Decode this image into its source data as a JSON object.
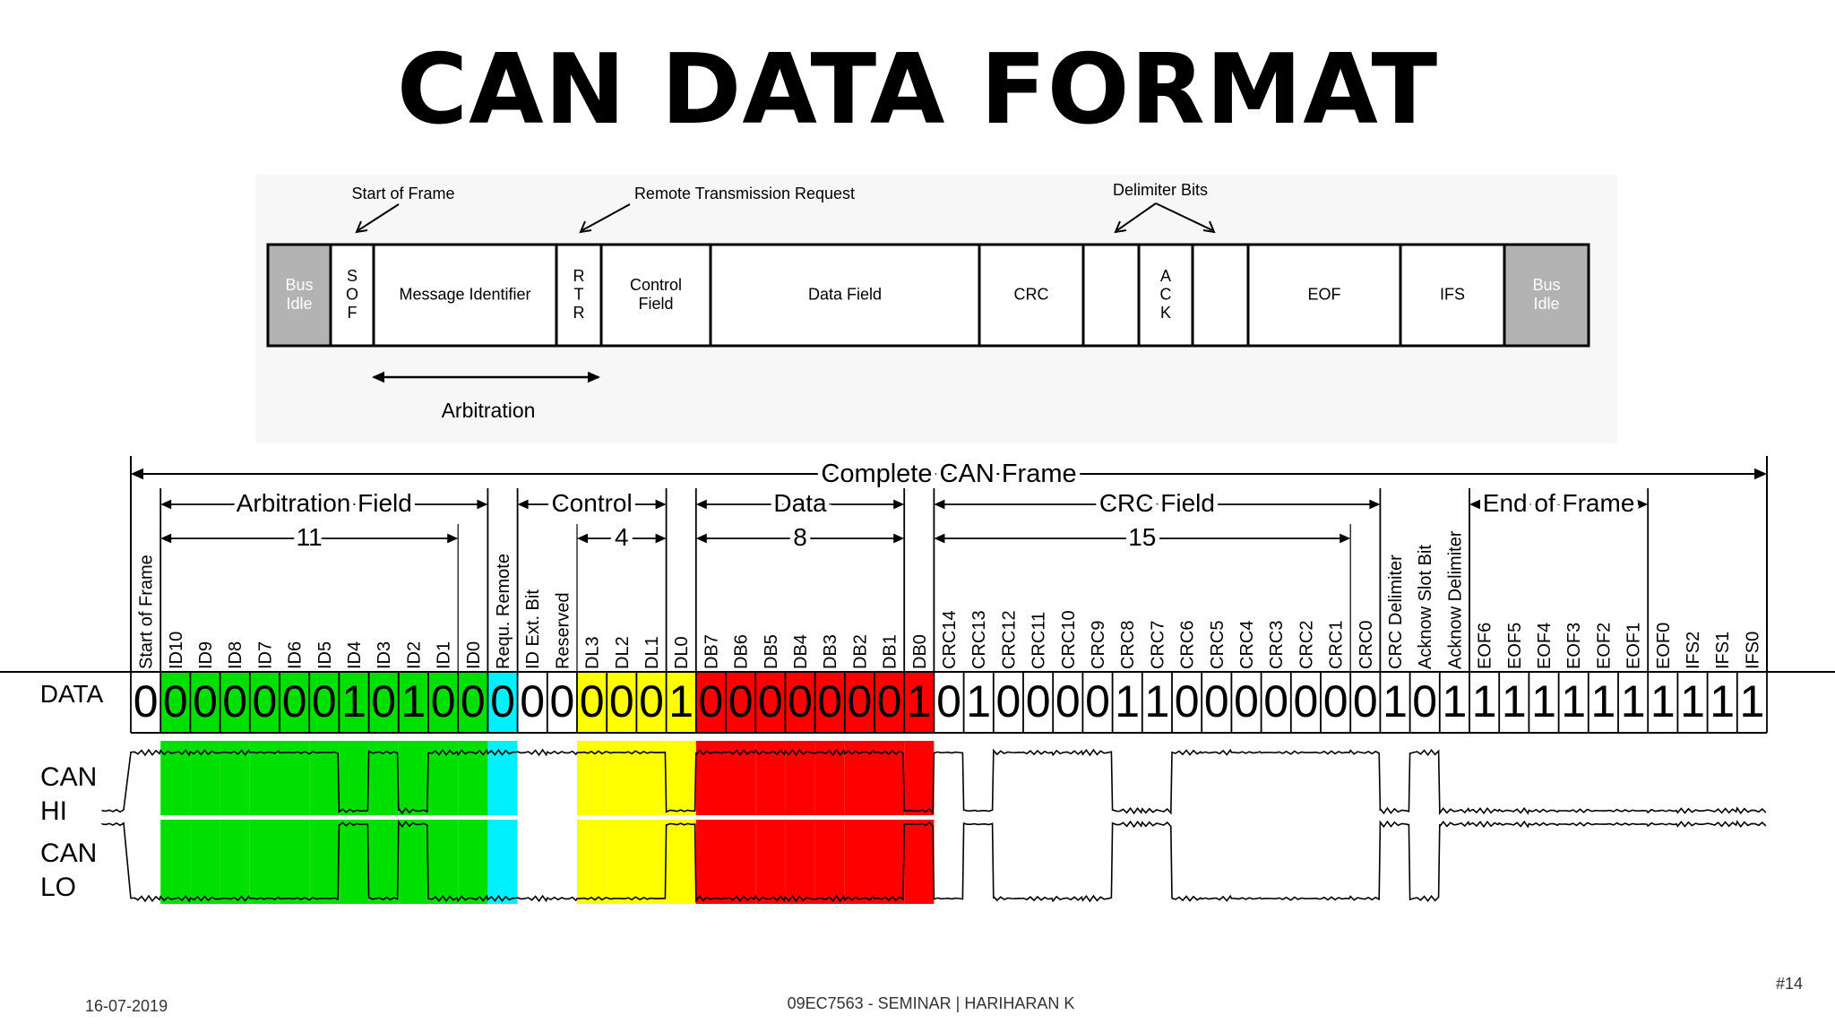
{
  "title": "CAN DATA FORMAT",
  "frame_diagram": {
    "callouts": {
      "sof": "Start of Frame",
      "rtr": "Remote Transmission Request",
      "delim": "Delimiter Bits"
    },
    "fields": [
      {
        "label": "Bus\nIdle",
        "w": 70,
        "gray": true
      },
      {
        "label": "S\nO\nF",
        "w": 48
      },
      {
        "label": "Message Identifier",
        "w": 204
      },
      {
        "label": "R\nT\nR",
        "w": 50
      },
      {
        "label": "Control\nField",
        "w": 122
      },
      {
        "label": "Data Field",
        "w": 300
      },
      {
        "label": "CRC",
        "w": 116
      },
      {
        "label": "",
        "w": 62
      },
      {
        "label": "A\nC\nK",
        "w": 60
      },
      {
        "label": "",
        "w": 62
      },
      {
        "label": "EOF",
        "w": 170
      },
      {
        "label": "IFS",
        "w": 116
      },
      {
        "label": "Bus\nIdle",
        "w": 94,
        "gray": true
      }
    ],
    "arbitration_label": "Arbitration"
  },
  "bit_diagram": {
    "complete_label": "Complete CAN Frame",
    "groups": [
      {
        "label": "Arbitration Field",
        "from": 1,
        "to": 12
      },
      {
        "label": "Control",
        "from": 13,
        "to": 18
      },
      {
        "label": "Data",
        "from": 19,
        "to": 26
      },
      {
        "label": "CRC Field",
        "from": 27,
        "to": 42
      },
      {
        "label": "End of Frame",
        "from": 45,
        "to": 51
      }
    ],
    "counts": [
      {
        "label": "11",
        "from": 1,
        "to": 11
      },
      {
        "label": "4",
        "from": 15,
        "to": 18
      },
      {
        "label": "8",
        "from": 19,
        "to": 26
      },
      {
        "label": "15",
        "from": 27,
        "to": 41
      }
    ],
    "bits": [
      {
        "name": "Start of Frame",
        "v": "0"
      },
      {
        "name": "ID10",
        "v": "0",
        "c": "g"
      },
      {
        "name": "ID9",
        "v": "0",
        "c": "g"
      },
      {
        "name": "ID8",
        "v": "0",
        "c": "g"
      },
      {
        "name": "ID7",
        "v": "0",
        "c": "g"
      },
      {
        "name": "ID6",
        "v": "0",
        "c": "g"
      },
      {
        "name": "ID5",
        "v": "0",
        "c": "g"
      },
      {
        "name": "ID4",
        "v": "1",
        "c": "g"
      },
      {
        "name": "ID3",
        "v": "0",
        "c": "g"
      },
      {
        "name": "ID2",
        "v": "1",
        "c": "g"
      },
      {
        "name": "ID1",
        "v": "0",
        "c": "g"
      },
      {
        "name": "ID0",
        "v": "0",
        "c": "g"
      },
      {
        "name": "Requ. Remote",
        "v": "0",
        "c": "c"
      },
      {
        "name": "ID Ext. Bit",
        "v": "0"
      },
      {
        "name": "Reserved",
        "v": "0"
      },
      {
        "name": "DL3",
        "v": "0",
        "c": "y"
      },
      {
        "name": "DL2",
        "v": "0",
        "c": "y"
      },
      {
        "name": "DL1",
        "v": "0",
        "c": "y"
      },
      {
        "name": "DL0",
        "v": "1",
        "c": "y"
      },
      {
        "name": "DB7",
        "v": "0",
        "c": "r"
      },
      {
        "name": "DB6",
        "v": "0",
        "c": "r"
      },
      {
        "name": "DB5",
        "v": "0",
        "c": "r"
      },
      {
        "name": "DB4",
        "v": "0",
        "c": "r"
      },
      {
        "name": "DB3",
        "v": "0",
        "c": "r"
      },
      {
        "name": "DB2",
        "v": "0",
        "c": "r"
      },
      {
        "name": "DB1",
        "v": "0",
        "c": "r"
      },
      {
        "name": "DB0",
        "v": "1",
        "c": "r"
      },
      {
        "name": "CRC14",
        "v": "0"
      },
      {
        "name": "CRC13",
        "v": "1"
      },
      {
        "name": "CRC12",
        "v": "0"
      },
      {
        "name": "CRC11",
        "v": "0"
      },
      {
        "name": "CRC10",
        "v": "0"
      },
      {
        "name": "CRC9",
        "v": "0"
      },
      {
        "name": "CRC8",
        "v": "1"
      },
      {
        "name": "CRC7",
        "v": "1"
      },
      {
        "name": "CRC6",
        "v": "0"
      },
      {
        "name": "CRC5",
        "v": "0"
      },
      {
        "name": "CRC4",
        "v": "0"
      },
      {
        "name": "CRC3",
        "v": "0"
      },
      {
        "name": "CRC2",
        "v": "0"
      },
      {
        "name": "CRC1",
        "v": "0"
      },
      {
        "name": "CRC0",
        "v": "0"
      },
      {
        "name": "CRC Delimiter",
        "v": "1"
      },
      {
        "name": "Acknow Slot Bit",
        "v": "0"
      },
      {
        "name": "Acknow Delimiter",
        "v": "1"
      },
      {
        "name": "EOF6",
        "v": "1"
      },
      {
        "name": "EOF5",
        "v": "1"
      },
      {
        "name": "EOF4",
        "v": "1"
      },
      {
        "name": "EOF3",
        "v": "1"
      },
      {
        "name": "EOF2",
        "v": "1"
      },
      {
        "name": "EOF1",
        "v": "1"
      },
      {
        "name": "EOF0",
        "v": "1"
      },
      {
        "name": "IFS2",
        "v": "1"
      },
      {
        "name": "IFS1",
        "v": "1"
      },
      {
        "name": "IFS0",
        "v": "1"
      }
    ],
    "row_labels": {
      "data": "DATA",
      "can_hi": "CAN\nHI",
      "can_lo": "CAN\nLO"
    }
  },
  "colors": {
    "green": "#00e000",
    "cyan": "#00f0ff",
    "yellow": "#ffff00",
    "red": "#ff0000",
    "gray": "#b3b3b3"
  },
  "footer": {
    "date": "16-07-2019",
    "center": "09EC7563 - SEMINAR | HARIHARAN K",
    "page": "#14"
  }
}
